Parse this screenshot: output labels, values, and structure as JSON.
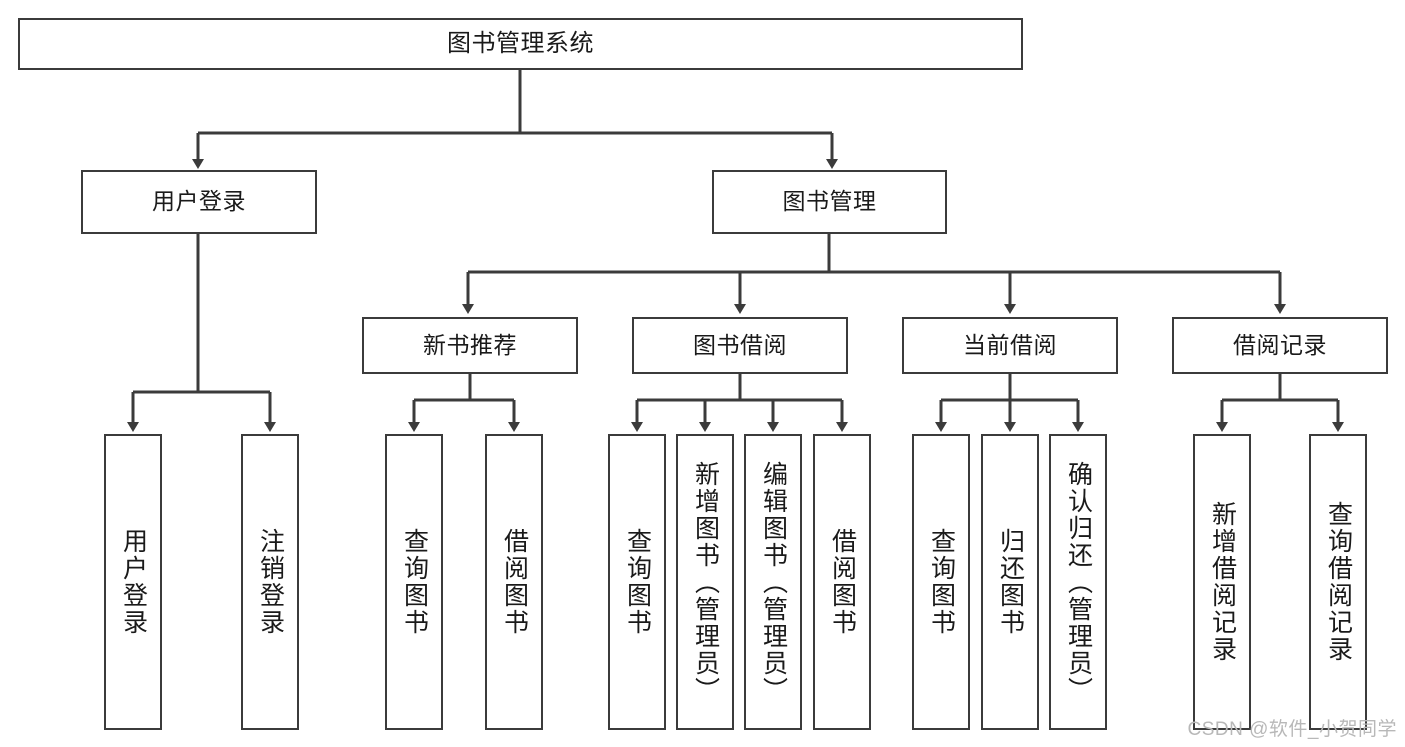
{
  "diagram": {
    "title": "图书管理系统",
    "stroke_color": "#3b3b3b",
    "text_color": "#1a1a1a",
    "background": "#ffffff",
    "root": {
      "label": "图书管理系统"
    },
    "level2": [
      {
        "label": "用户登录"
      },
      {
        "label": "图书管理"
      }
    ],
    "level3": [
      {
        "label": "新书推荐"
      },
      {
        "label": "图书借阅"
      },
      {
        "label": "当前借阅"
      },
      {
        "label": "借阅记录"
      }
    ],
    "leaves": [
      {
        "label": "用户登录",
        "parent": "用户登录"
      },
      {
        "label": "注销登录",
        "parent": "用户登录"
      },
      {
        "label": "查询图书",
        "parent": "新书推荐"
      },
      {
        "label": "借阅图书",
        "parent": "新书推荐"
      },
      {
        "label": "查询图书",
        "parent": "图书借阅"
      },
      {
        "label": "新增图书（管理员）",
        "parent": "图书借阅"
      },
      {
        "label": "编辑图书（管理员）",
        "parent": "图书借阅"
      },
      {
        "label": "借阅图书",
        "parent": "图书借阅"
      },
      {
        "label": "查询图书",
        "parent": "当前借阅"
      },
      {
        "label": "归还图书",
        "parent": "当前借阅"
      },
      {
        "label": "确认归还（管理员）",
        "parent": "当前借阅"
      },
      {
        "label": "新增借阅记录",
        "parent": "借阅记录"
      },
      {
        "label": "查询借阅记录",
        "parent": "借阅记录"
      }
    ]
  },
  "watermark": {
    "text": "CSDN @软件_小贺同学"
  }
}
